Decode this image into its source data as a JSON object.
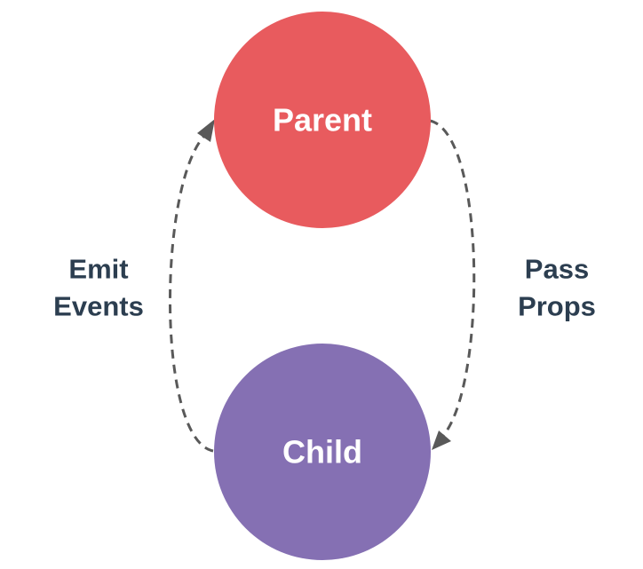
{
  "nodes": {
    "parent": {
      "label": "Parent",
      "color": "#e85b5e"
    },
    "child": {
      "label": "Child",
      "color": "#8570b3"
    }
  },
  "edges": {
    "emit": {
      "line1": "Emit",
      "line2": "Events"
    },
    "pass": {
      "line1": "Pass",
      "line2": "Props"
    }
  },
  "colors": {
    "edge_stroke": "#595959",
    "edge_label": "#2c3e50",
    "node_text": "#ffffff"
  }
}
